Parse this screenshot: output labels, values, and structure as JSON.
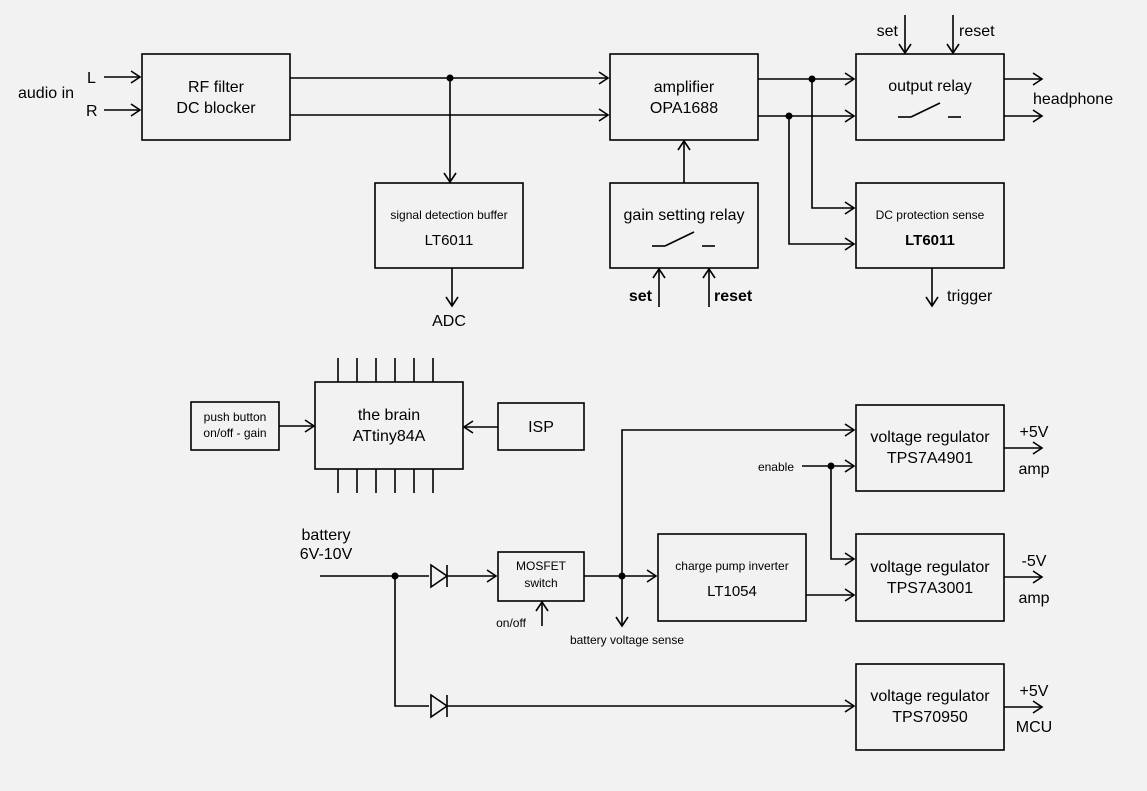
{
  "blocks": {
    "rf_filter": {
      "line1": "RF filter",
      "line2": "DC blocker"
    },
    "amplifier": {
      "line1": "amplifier",
      "line2": "OPA1688"
    },
    "output_relay": {
      "line1": "output relay"
    },
    "signal_buffer": {
      "line1": "signal detection buffer",
      "line2": "LT6011"
    },
    "gain_relay": {
      "line1": "gain setting relay"
    },
    "dc_protection": {
      "line1": "DC protection sense",
      "line2": "LT6011"
    },
    "brain": {
      "line1": "the brain",
      "line2": "ATtiny84A"
    },
    "push_button": {
      "line1": "push button",
      "line2": "on/off - gain"
    },
    "isp": {
      "line1": "ISP"
    },
    "vreg_pos": {
      "line1": "voltage regulator",
      "line2": "TPS7A4901"
    },
    "charge_pump": {
      "line1": "charge pump inverter",
      "line2": "LT1054"
    },
    "vreg_neg": {
      "line1": "voltage regulator",
      "line2": "TPS7A3001"
    },
    "mosfet": {
      "line1": "MOSFET",
      "line2": "switch"
    },
    "vreg_mcu": {
      "line1": "voltage regulator",
      "line2": "TPS70950"
    }
  },
  "labels": {
    "audio_in": "audio in",
    "left": "L",
    "right": "R",
    "headphone": "headphone",
    "out_set": "set",
    "out_reset": "reset",
    "gain_set": "set",
    "gain_reset": "reset",
    "adc": "ADC",
    "trigger": "trigger",
    "battery": "battery",
    "battery_range": "6V-10V",
    "on_off": "on/off",
    "battery_sense": "battery voltage sense",
    "enable": "enable",
    "pos5v": "+5V",
    "amp_pos": "amp",
    "neg5v": "-5V",
    "amp_neg": "amp",
    "mcu5v": "+5V",
    "mcu": "MCU"
  }
}
